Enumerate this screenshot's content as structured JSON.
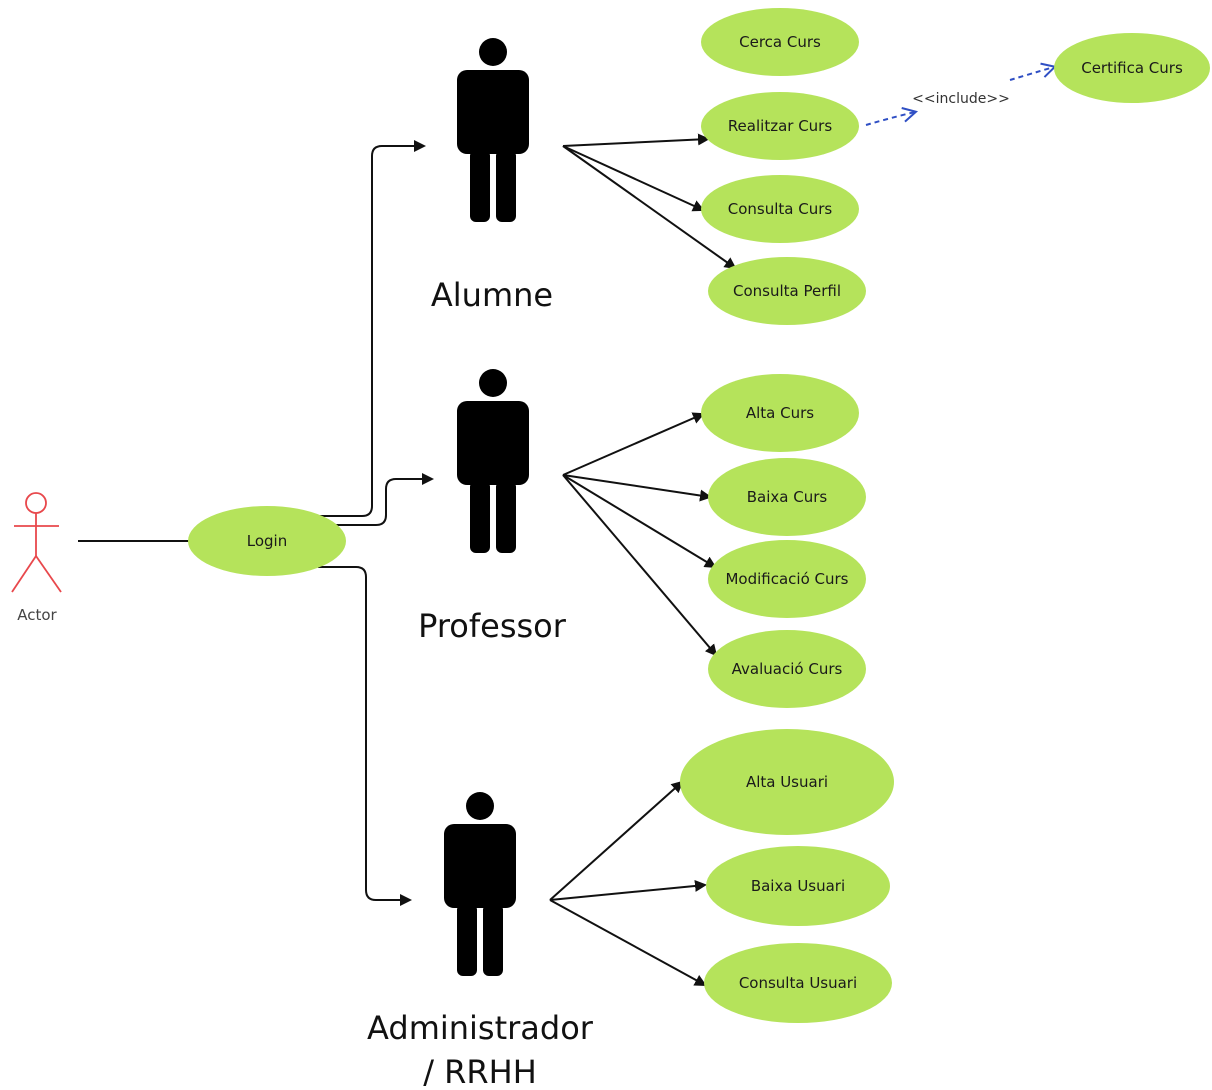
{
  "colors": {
    "usecase_fill": "#b5e35b",
    "actor_stroke": "#e8484c",
    "role_figure": "#000000",
    "include_arrow": "#2f4fc4",
    "edge": "#111111"
  },
  "actor": {
    "label": "Actor",
    "icon": "stick-figure-actor-icon"
  },
  "login": {
    "label": "Login"
  },
  "include": {
    "label": "<<include>>"
  },
  "roles": {
    "alumne": {
      "label": "Alumne",
      "icon": "person-silhouette-icon"
    },
    "professor": {
      "label": "Professor",
      "icon": "person-silhouette-icon"
    },
    "admin": {
      "line1": "Administrador",
      "line2": "/ RRHH",
      "icon": "person-silhouette-icon"
    }
  },
  "usecases": {
    "cerca_curs": "Cerca Curs",
    "realitzar_curs": "Realitzar Curs",
    "certifica_curs": "Certifica Curs",
    "consulta_curs": "Consulta Curs",
    "consulta_perfil": "Consulta Perfil",
    "alta_curs": "Alta Curs",
    "baixa_curs": "Baixa Curs",
    "modificacio_curs": "Modificació Curs",
    "avaluacio_curs": "Avaluació Curs",
    "alta_usuari": "Alta Usuari",
    "baixa_usuari": "Baixa Usuari",
    "consulta_usuari": "Consulta Usuari"
  }
}
